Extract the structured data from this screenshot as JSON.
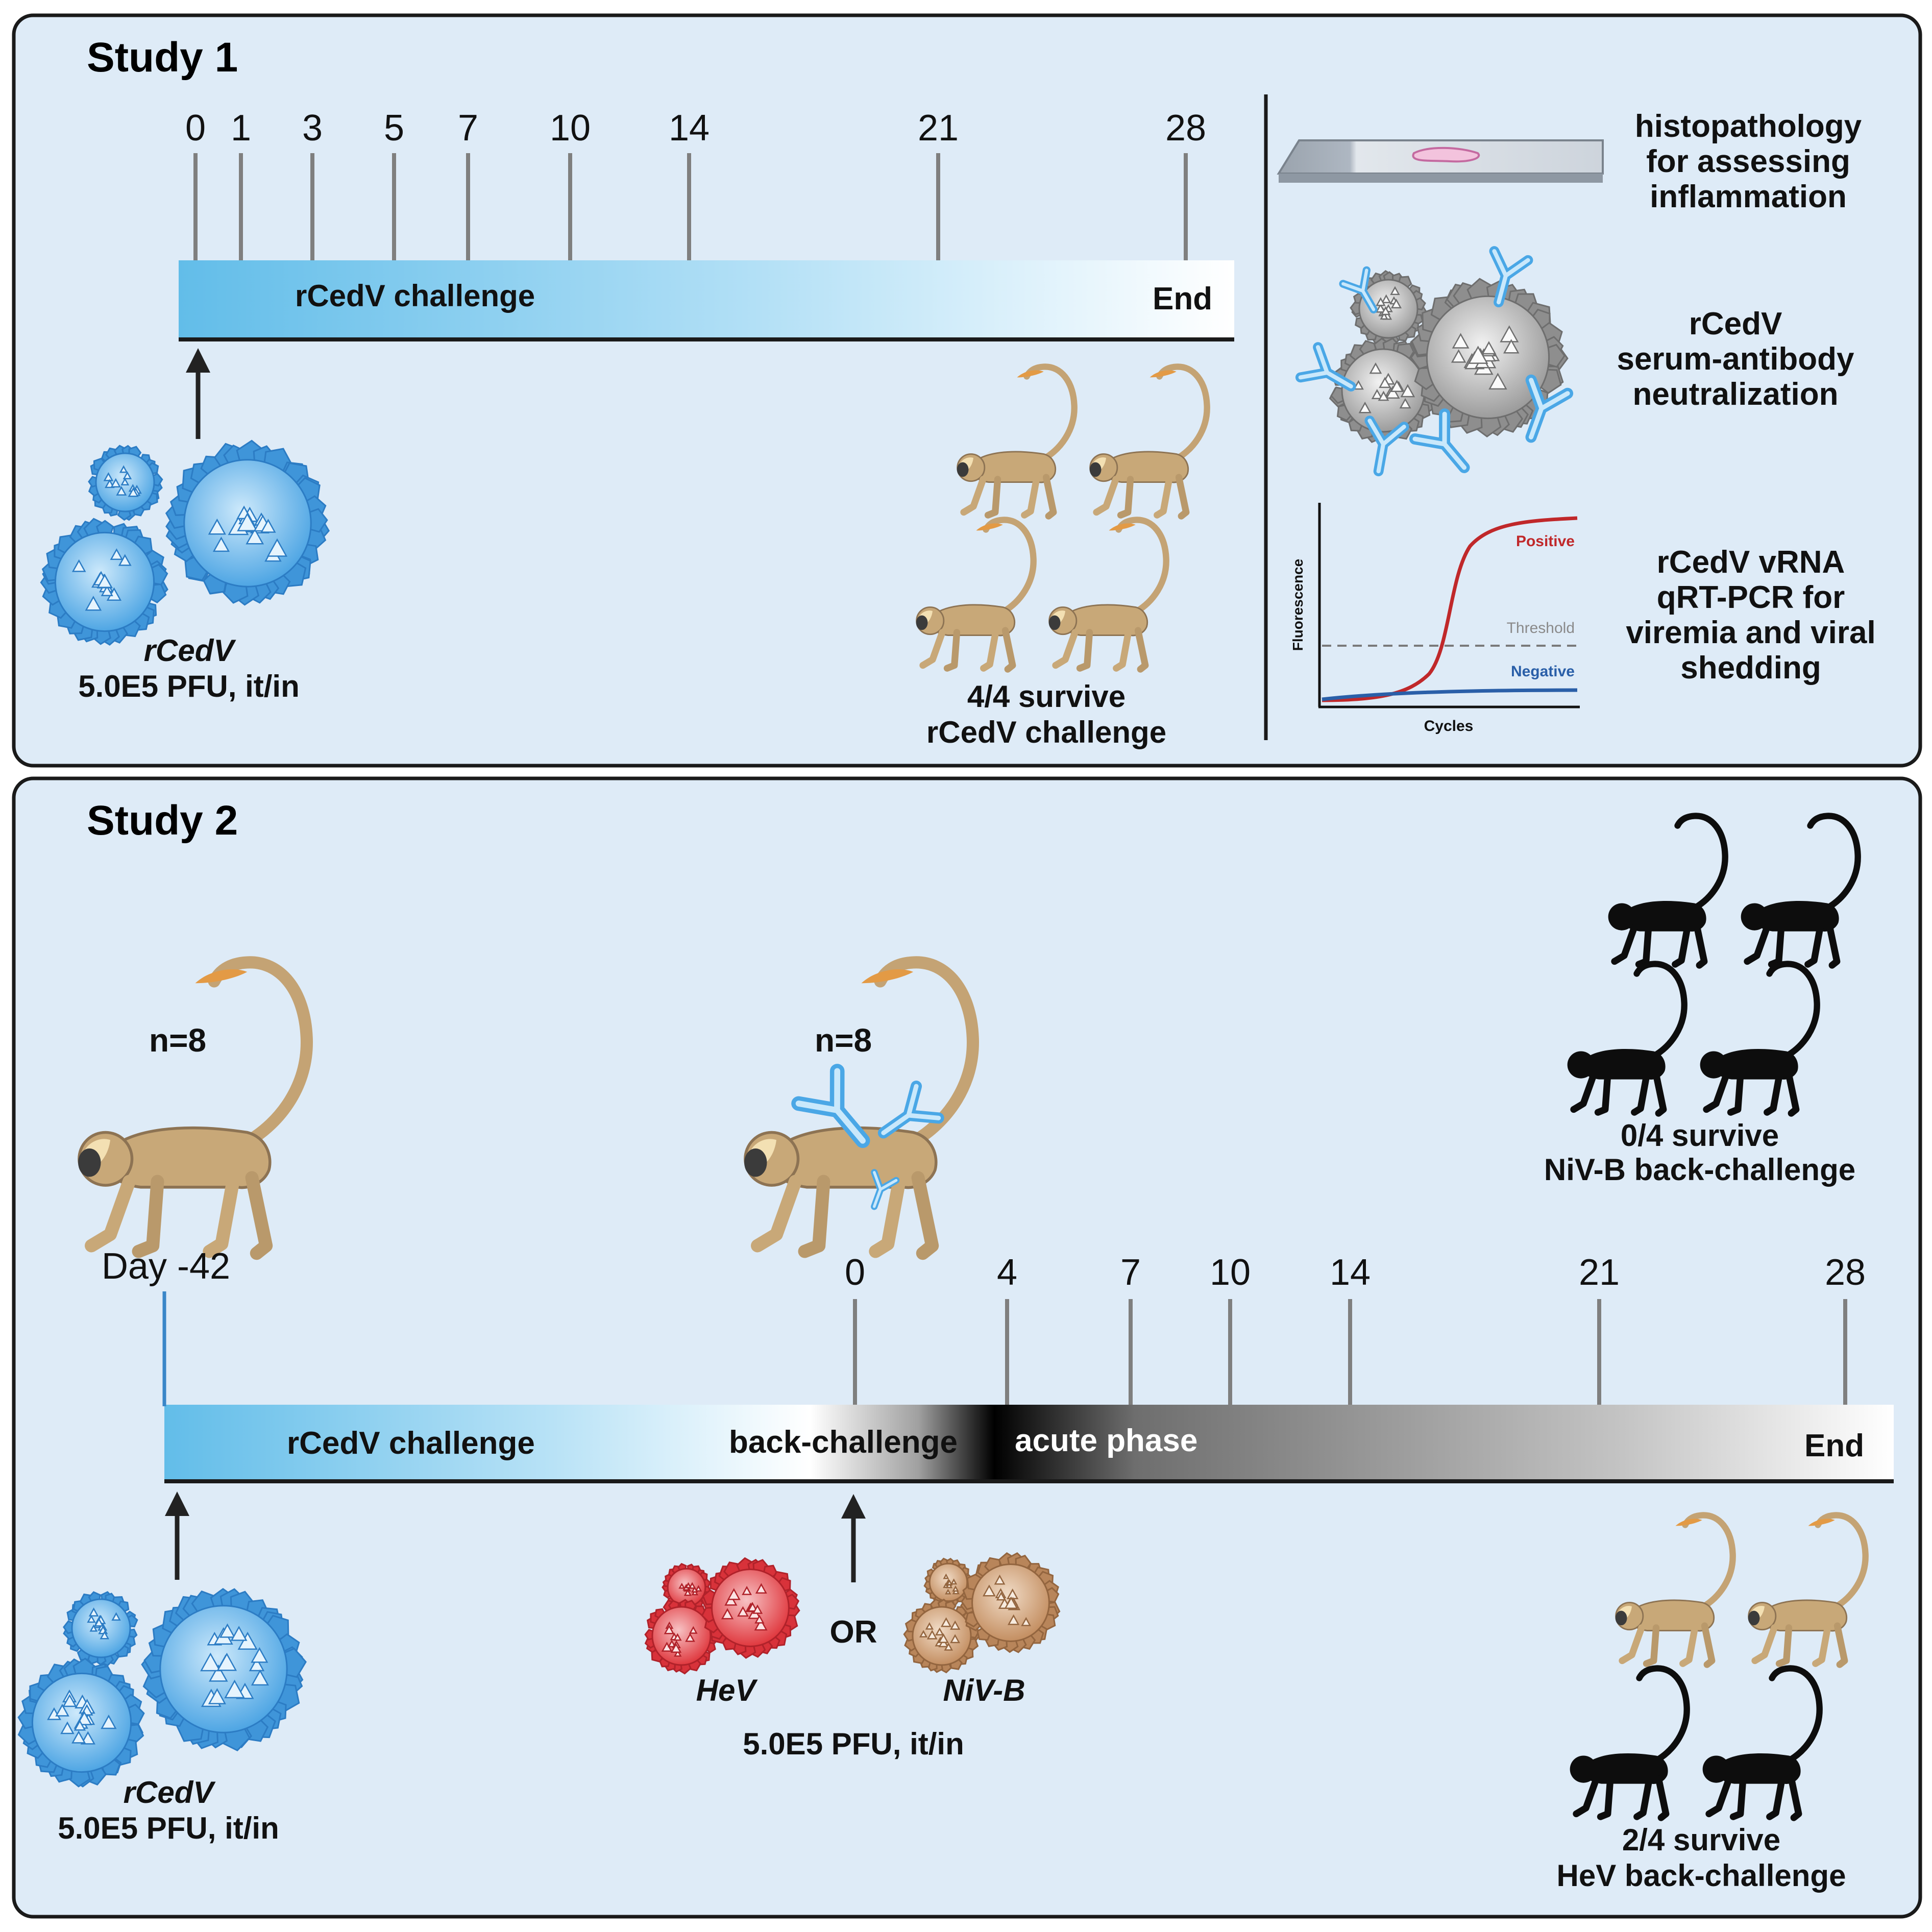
{
  "colors": {
    "panel_bg": "#deebf7",
    "panel_border": "#1a1a1a",
    "bar_blue": "#6cc2ea",
    "tick_gray": "#7f7f7f",
    "arrow": "#222222",
    "virus_blue": "#5aaee8",
    "virus_red": "#e84850",
    "virus_tan": "#c99a72",
    "monkey_tan": "#c8a878",
    "monkey_black": "#0d0d0d",
    "curve_positive": "#c0282a",
    "curve_negative": "#2a5fa8"
  },
  "study1": {
    "title": "Study 1",
    "days": [
      "0",
      "1",
      "3",
      "5",
      "7",
      "10",
      "14",
      "21",
      "28"
    ],
    "bar_label": "rCedV challenge",
    "end_label": "End",
    "inoculum_name": "rCedV",
    "inoculum_dose": "5.0E5 PFU, it/in",
    "survival_line1": "4/4 survive",
    "survival_line2": "rCedV challenge",
    "assays": [
      {
        "line1": "histopathology",
        "line2": "for assessing",
        "line3": "inflammation"
      },
      {
        "line1": "rCedV",
        "line2": "serum-antibody",
        "line3": "neutralization"
      },
      {
        "line1": "rCedV vRNA",
        "line2": "qRT-PCR for",
        "line3": "viremia and viral",
        "line4": "shedding"
      }
    ],
    "pcr": {
      "ylabel": "Fluorescence",
      "xlabel": "Cycles",
      "positive": "Positive",
      "negative": "Negative",
      "threshold": "Threshold"
    }
  },
  "study2": {
    "title": "Study 2",
    "n_label_1": "n=8",
    "n_label_2": "n=8",
    "day_start": "Day -42",
    "days": [
      "0",
      "4",
      "7",
      "10",
      "14",
      "21",
      "28"
    ],
    "bar_label_1": "rCedV challenge",
    "bar_label_2": "back-challenge",
    "bar_label_3": "acute phase",
    "end_label": "End",
    "inoculum_name": "rCedV",
    "inoculum_dose": "5.0E5 PFU, it/in",
    "hev_label": "HeV",
    "or_label": "OR",
    "niv_label": "NiV-B",
    "back_dose": "5.0E5 PFU, it/in",
    "niv_survival_line1": "0/4 survive",
    "niv_survival_line2": "NiV-B back-challenge",
    "hev_survival_line1": "2/4 survive",
    "hev_survival_line2": "HeV back-challenge"
  }
}
